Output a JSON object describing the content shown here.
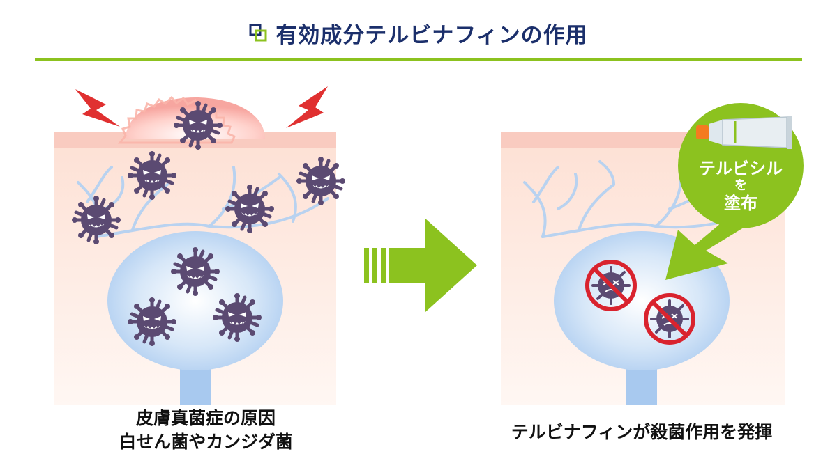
{
  "title": "有効成分テルビナフィンの作用",
  "captions": {
    "left_line1": "皮膚真菌症の原因",
    "left_line2": "白せん菌やカンジダ菌",
    "right": "テルビナフィンが殺菌作用を発揮"
  },
  "bubble": {
    "line1": "テルビシル",
    "line2": "を",
    "line3": "塗布"
  },
  "colors": {
    "title": "#1b2f6b",
    "accent_green": "#8cc21f",
    "skin": "#fde6dc",
    "skin_top": "#f8c9bd",
    "follicle": "#bcd6f3",
    "virus": "#5b4a72",
    "warning_red": "#e03030",
    "prohibit": "#d9232e"
  }
}
